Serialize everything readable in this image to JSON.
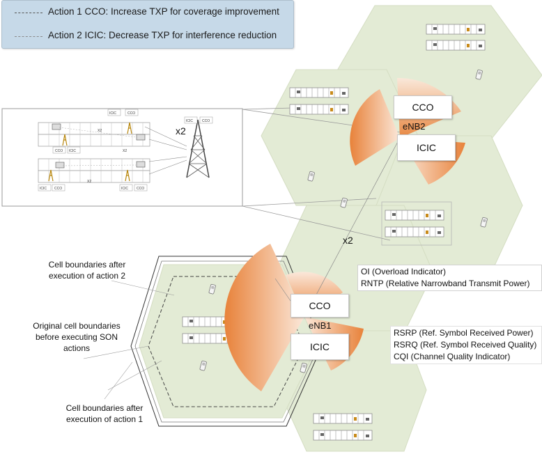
{
  "legend": {
    "action1": "Action 1 CCO: Increase TXP for coverage improvement",
    "action2": "Action 2 ICIC: Decrease TXP for interference reduction"
  },
  "enb2": {
    "name": "eNB2",
    "cco": "CCO",
    "icic": "ICIC"
  },
  "enb1": {
    "name": "eNB1",
    "cco": "CCO",
    "icic": "ICIC"
  },
  "inset": {
    "multiplier": "x2",
    "labels": [
      "ICIC",
      "CCO",
      "CCO",
      "ICIC",
      "ICIC",
      "CCO",
      "ICIC",
      "CCO",
      "ICIC",
      "CCO"
    ],
    "link_labels": [
      "X2",
      "X2",
      "X2"
    ]
  },
  "x2_label": "x2",
  "interface_info": {
    "oi": "OI (Overload Indicator)",
    "rntp": "RNTP (Relative Narrowband Transmit Power)"
  },
  "measurements": {
    "rsrp": "RSRP (Ref. Symbol Received Power)",
    "rsrq": "RSRQ (Ref. Symbol Received Quality)",
    "cqi": "CQI (Channel Quality Indicator)"
  },
  "captions": {
    "after_action2": "Cell boundaries after execution of action 2",
    "original": "Original cell boundaries before executing SON actions",
    "after_action1": "Cell boundaries after execution of action 1"
  },
  "colors": {
    "hex_fill": "#e3ebd5",
    "hex_edge": "#cdd9bb",
    "sector": "#e8833a",
    "legend_bg": "#c6d9e8"
  }
}
